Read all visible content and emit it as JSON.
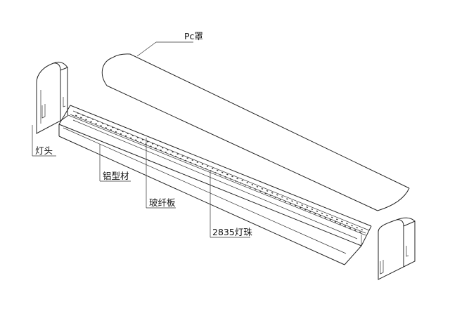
{
  "labels": {
    "pc_cover": "Pc罩",
    "end_cap": "灯头",
    "aluminum": "铝型材",
    "fiberglass_board": "玻纤板",
    "led_beads": "2835灯珠"
  }
}
